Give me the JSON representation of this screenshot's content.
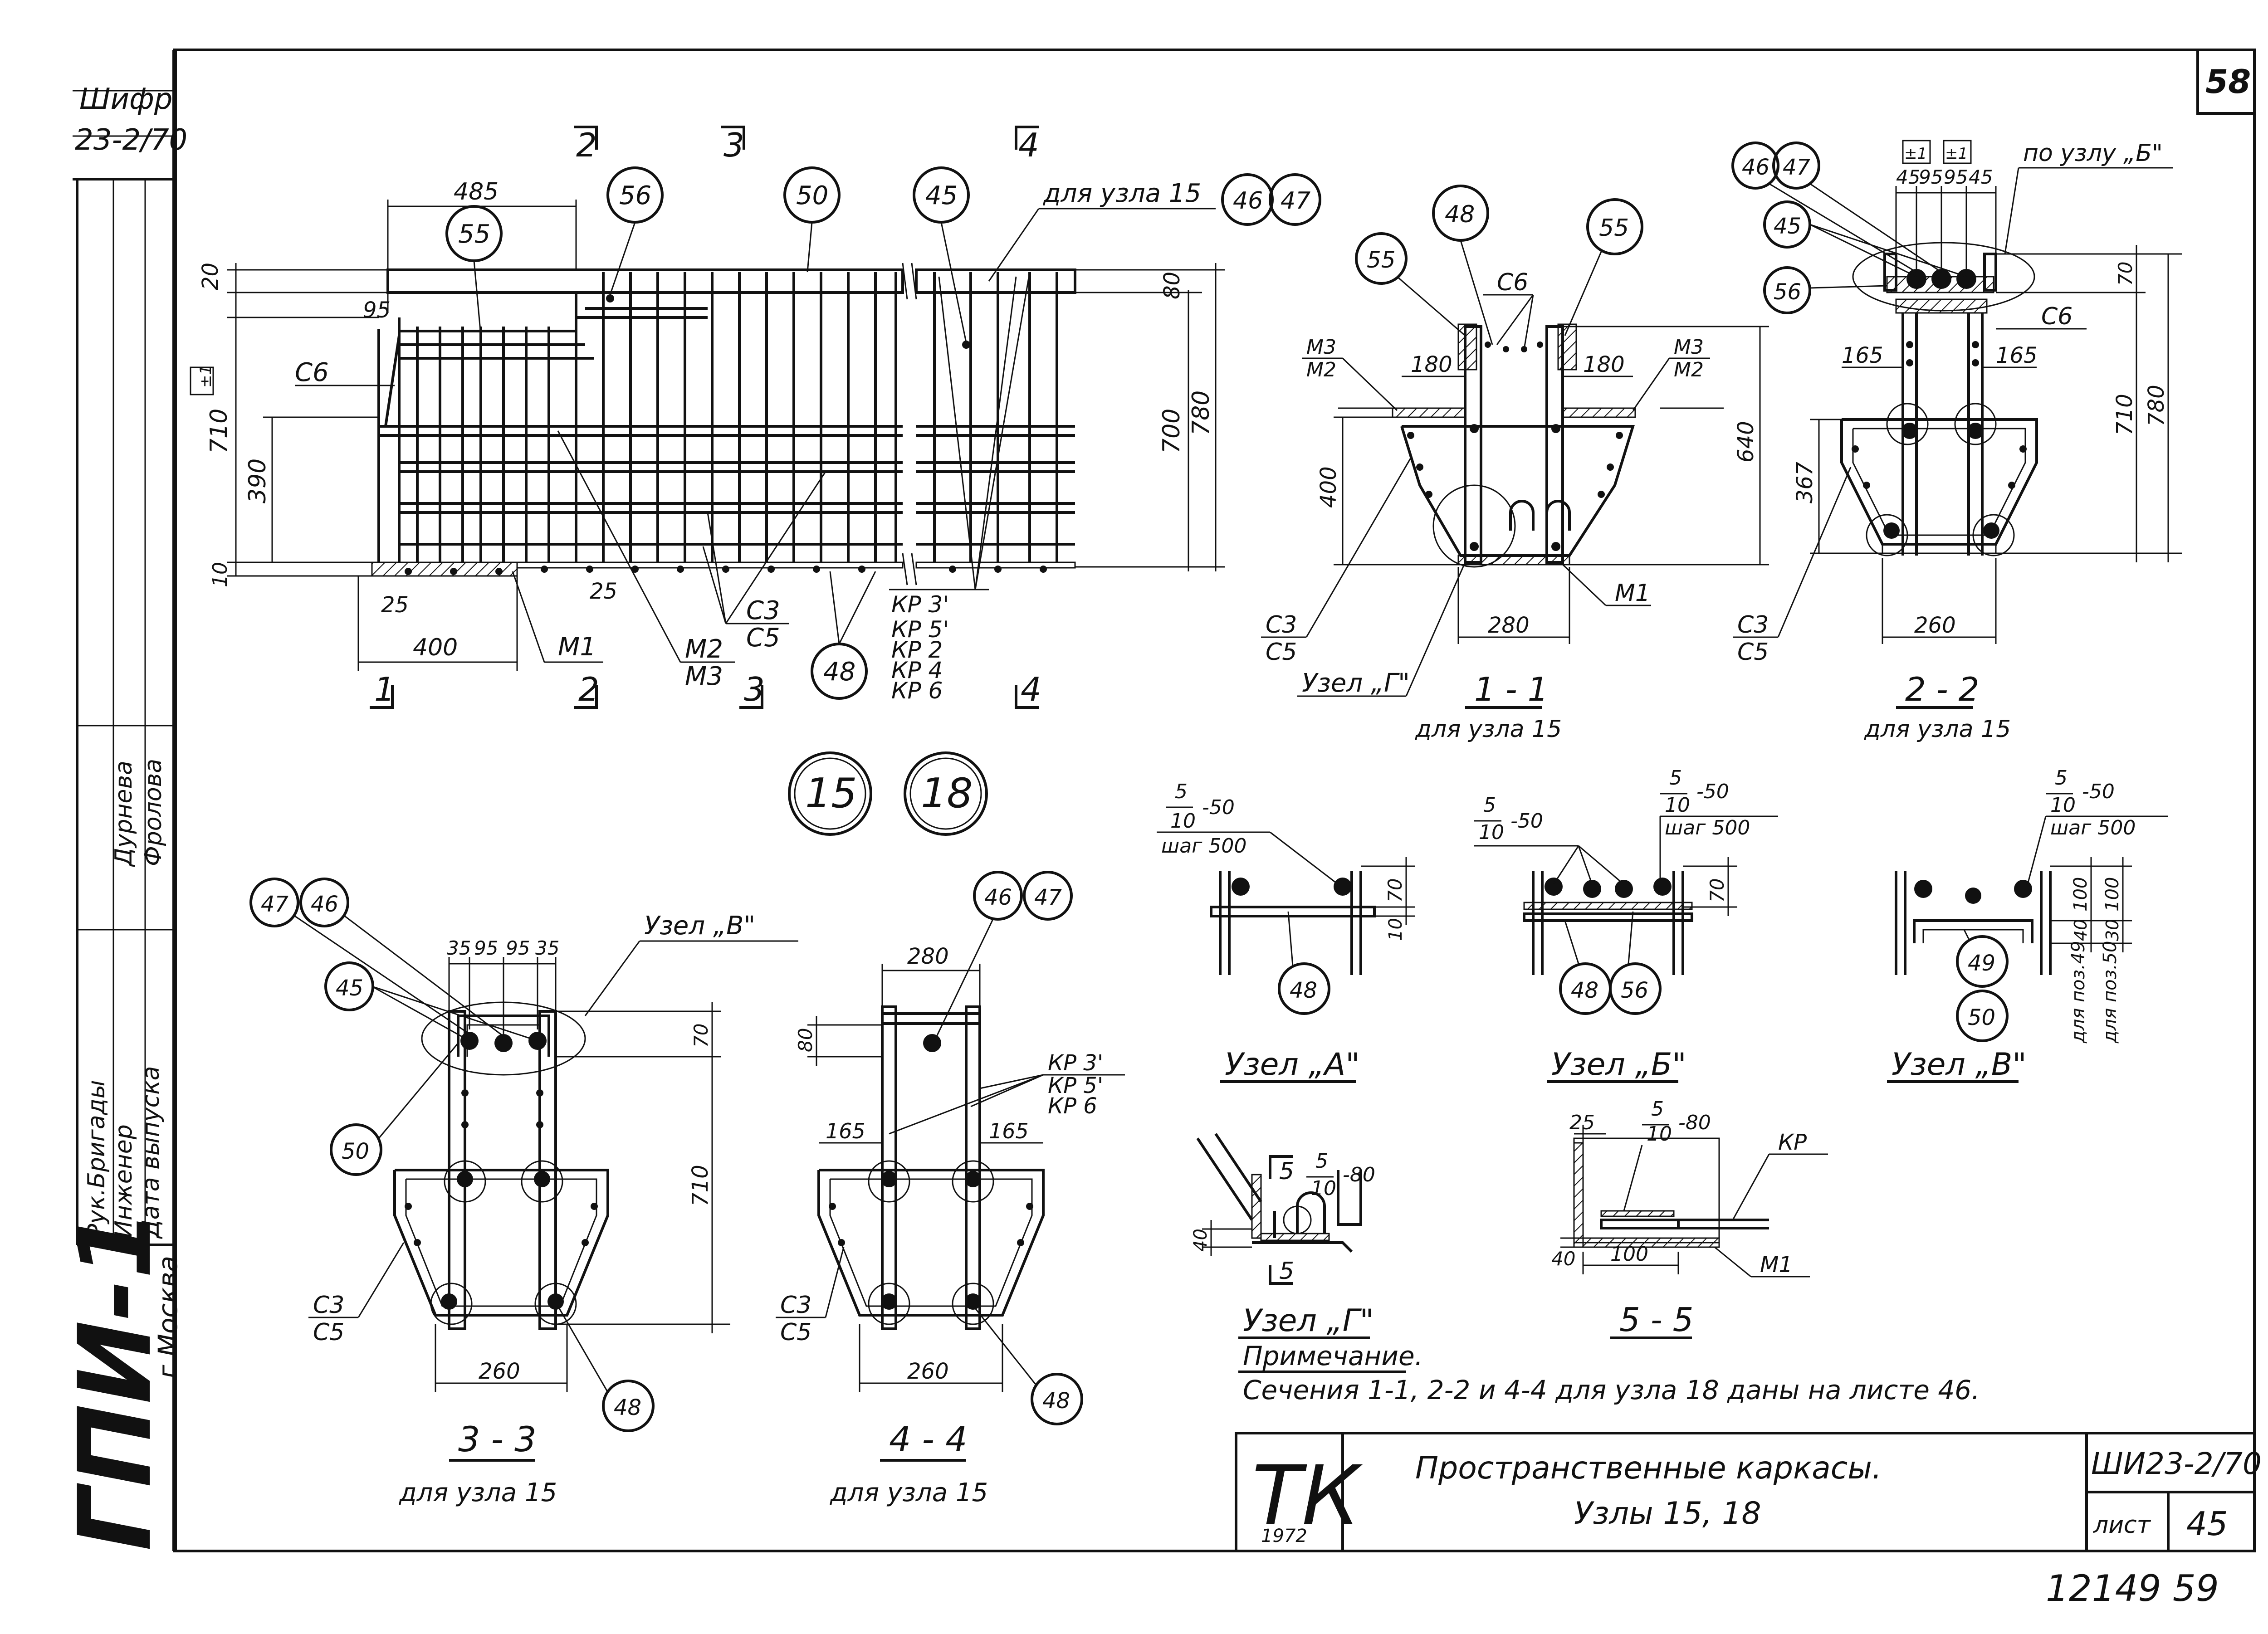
{
  "sheet": {
    "page_number": "58",
    "corner_code_1": "Шифр",
    "corner_code_2": "23-2/70",
    "org": "ГПИ-1",
    "city": "г.Москва",
    "roles": [
      "Рук.Бригады",
      "Инженер",
      "Дата выпуска"
    ],
    "names": [
      "Дурнева",
      "Фролова"
    ]
  },
  "labels": {
    "sec2_top": "2",
    "sec3_top": "3",
    "sec4_top": "4",
    "sec1_bot": "1",
    "sec2_bot": "2",
    "sec3_bot": "3",
    "sec4_bot": "4",
    "for_node15": "для узла 15",
    "c6": "С6",
    "c3": "С3",
    "c5": "С5",
    "m1": "М1",
    "m2": "М2",
    "m3": "М3",
    "kr_list": [
      "КР 3'",
      "КР 5'",
      "КР 2",
      "КР 4",
      "КР 6"
    ],
    "kr_short": [
      "КР 3'",
      "КР 5'",
      "КР 6"
    ],
    "kr": "КР",
    "plus1": "±1",
    "node_g": "Узел „Г\"",
    "node_a": "Узел „А\"",
    "node_b": "Узел „Б\"",
    "node_v": "Узел „В\"",
    "node_v_ref": "Узел „В\"",
    "per_node_b": "по узлу „Б\"",
    "step": "шаг 500",
    "weld_top": "5",
    "weld_bot": "10",
    "weld_len50": "-50",
    "weld_len80": "-80",
    "sec55_5": "5",
    "poz49": "для поз.49",
    "poz50": "для поз.50"
  },
  "circles": {
    "c45": "45",
    "c46": "46",
    "c47": "47",
    "c48": "48",
    "c49": "49",
    "c50": "50",
    "c55": "55",
    "c56": "56",
    "n15": "15",
    "n18": "18"
  },
  "dims": {
    "d485": "485",
    "d95": "95",
    "d20": "20",
    "d710": "710",
    "d390": "390",
    "d10": "10",
    "d25": "25",
    "d400": "400",
    "d80": "80",
    "d700": "700",
    "d780": "780",
    "d180": "180",
    "d640": "640",
    "d280": "280",
    "d165": "165",
    "d367": "367",
    "d260": "260",
    "d70": "70",
    "d100": "100",
    "d40": "40",
    "d30": "30",
    "d35": "35",
    "top22": [
      "45",
      "95",
      "95",
      "45"
    ],
    "top33": [
      "35",
      "95",
      "95",
      "35"
    ]
  },
  "titles": {
    "s11": "1 - 1",
    "s22": "2 - 2",
    "s33": "3 - 3",
    "s44": "4 - 4",
    "s55": "5 - 5"
  },
  "note": {
    "heading": "Примечание.",
    "text": "Сечения 1-1, 2-2 и 4-4 для узла 18 даны на листе 46."
  },
  "title_block": {
    "tk": "ТК",
    "year": "1972",
    "title1": "Пространственные каркасы.",
    "title2": "Узлы 15, 18",
    "code": "ШИ23-2/70",
    "sheet_label": "лист",
    "sheet_no": "45",
    "footer": "12149  59"
  }
}
